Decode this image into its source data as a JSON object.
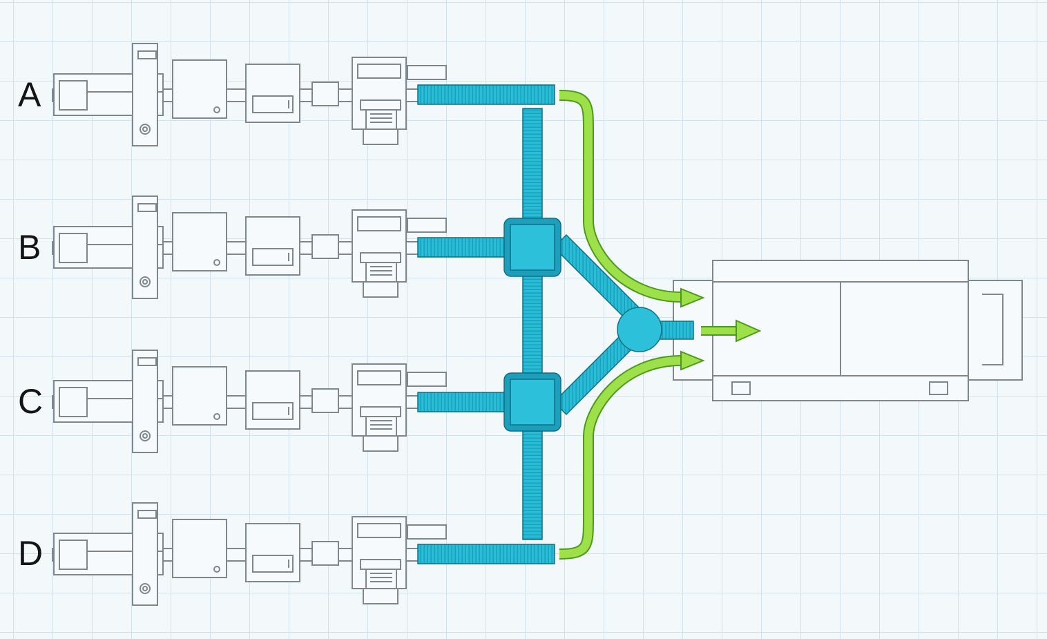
{
  "diagram": {
    "lines": [
      {
        "id": "A",
        "label": "A"
      },
      {
        "id": "B",
        "label": "B"
      },
      {
        "id": "C",
        "label": "C"
      },
      {
        "id": "D",
        "label": "D"
      }
    ],
    "colors": {
      "background": "#f3f8fb",
      "grid": "#d2e2ec",
      "machine_outline": "#7e868e",
      "conveyor": "#29bcd6",
      "conveyor_stripe": "#0f8aa4",
      "merge_box": "#2cc0da",
      "flow_arrow": "#9ee04a",
      "flow_arrow_outline": "#4b9a1a",
      "label_text": "#141414"
    },
    "icons": [
      "machine-module-icon",
      "conveyor-icon",
      "merge-junction-icon",
      "flow-arrow-icon",
      "output-unit-icon"
    ]
  }
}
